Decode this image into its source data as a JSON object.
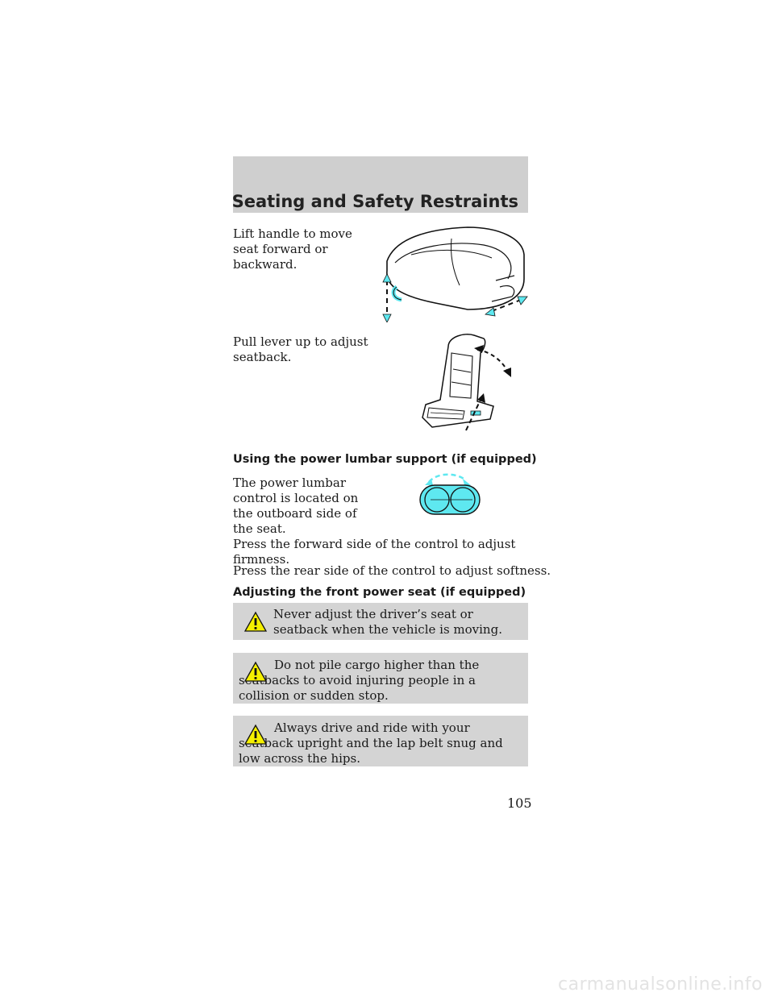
{
  "header": {
    "title": "Seating and Safety Restraints"
  },
  "sections": {
    "seat_move": {
      "text": "Lift handle to move\nseat forward or\nbackward."
    },
    "seatback": {
      "text": "Pull lever up to adjust\nseatback."
    },
    "lumbar": {
      "heading": "Using the power lumbar support (if equipped)",
      "text": "The power lumbar\ncontrol is located on\nthe outboard side of\nthe seat.",
      "forward": "Press the forward side of the control to adjust\nfirmness.",
      "rear": "Press the rear side of the control to adjust softness."
    },
    "power_seat": {
      "heading": "Adjusting the front power seat (if equipped)"
    }
  },
  "warnings": [
    {
      "text": "Never adjust the driver’s seat or seatback when the vehicle is moving."
    },
    {
      "text": "Do not pile cargo higher than the seatbacks to avoid injuring people in a collision or sudden stop."
    },
    {
      "text": "Always drive and ride with your seatback upright and the lap belt snug and low across the hips."
    }
  ],
  "page_number": "105",
  "watermark": "carmanualsonline.info",
  "colors": {
    "header_band": "#cfcfcf",
    "warning_bg": "#d4d4d4",
    "accent_cyan": "#5ee8f0",
    "warning_yellow": "#f5f000"
  },
  "icons": [
    "warning-triangle-icon",
    "seat-cushion-illustration",
    "seatback-illustration",
    "lumbar-control-illustration"
  ]
}
